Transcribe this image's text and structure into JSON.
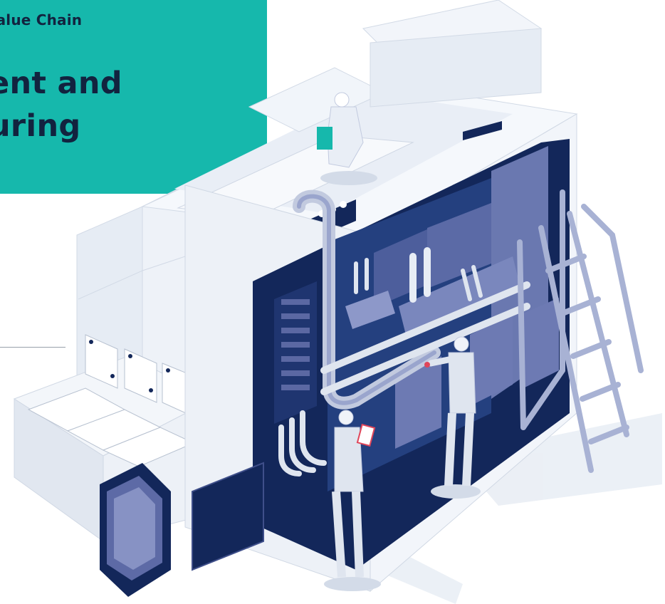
{
  "header": {
    "eyebrow": "Value Chain",
    "title_line_1": "ent and",
    "title_line_2": "uring"
  },
  "colors": {
    "accent": "#16b8ac",
    "navy": "#13275a",
    "machine_light": "#eef3f9",
    "machine_shadow": "#c9d3e2",
    "steel": "#a8b2d4",
    "badge_red": "#e0465a"
  },
  "illustration": {
    "subject": "manufacturing-machine-with-workers",
    "icons": [
      "technician-on-roof-icon",
      "ladder-icon",
      "pipe-icon",
      "worker-with-clipboard-icon",
      "worker-at-pipe-icon"
    ]
  }
}
